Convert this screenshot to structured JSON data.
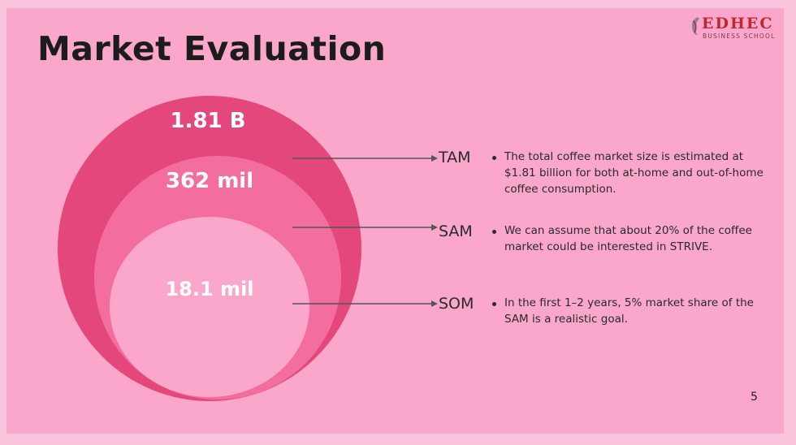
{
  "slide": {
    "title": "Market Evaluation",
    "page_number": "5"
  },
  "logo": {
    "name": "EDHEC",
    "subtitle": "BUSINESS SCHOOL",
    "color": "#c0262f"
  },
  "colors": {
    "background": "#fba7cb",
    "tam_circle": "#e4477b",
    "sam_circle": "#f36e9f",
    "som_circle": "#fba7cb"
  },
  "market": [
    {
      "key": "tam",
      "abbr": "TAM",
      "value": "1.81 B",
      "description": "The total coffee market size is estimated at $1.81 billion for both at-home and out-of-home coffee consumption."
    },
    {
      "key": "sam",
      "abbr": "SAM",
      "value": "362 mil",
      "description": "We can assume that about 20% of the coffee market could be interested in STRIVE."
    },
    {
      "key": "som",
      "abbr": "SOM",
      "value": "18.1 mil",
      "description": "In the first 1–2 years, 5% market share of the SAM is a realistic goal."
    }
  ]
}
